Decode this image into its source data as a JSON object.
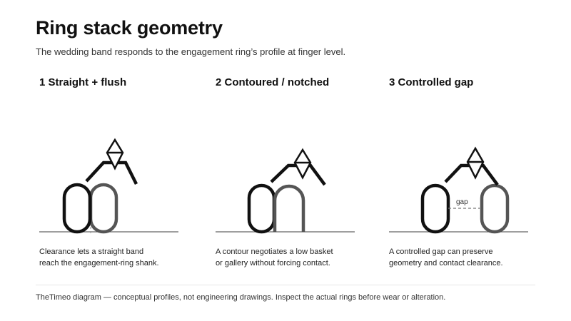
{
  "title": "Ring stack geometry",
  "subtitle": "The wedding band responds to the engagement ring’s profile at finger level.",
  "panels": [
    {
      "heading": "1 Straight + flush",
      "caption_line1": "Clearance lets a straight band",
      "caption_line2": "reach the engagement-ring shank."
    },
    {
      "heading": "2 Contoured / notched",
      "caption_line1": "A contour negotiates a low basket",
      "caption_line2": "or gallery without forcing contact."
    },
    {
      "heading": "3 Controlled gap",
      "caption_line1": "A controlled gap can preserve",
      "caption_line2": "geometry and contact clearance.",
      "gap_label": "gap"
    }
  ],
  "footer": "TheTimeo diagram — conceptual profiles, not engineering drawings. Inspect the actual rings before wear or alteration.",
  "colors": {
    "engagement_ring": "#111111",
    "wedding_band": "#555555",
    "baseline": "#666666",
    "gap_line": "#777777"
  }
}
